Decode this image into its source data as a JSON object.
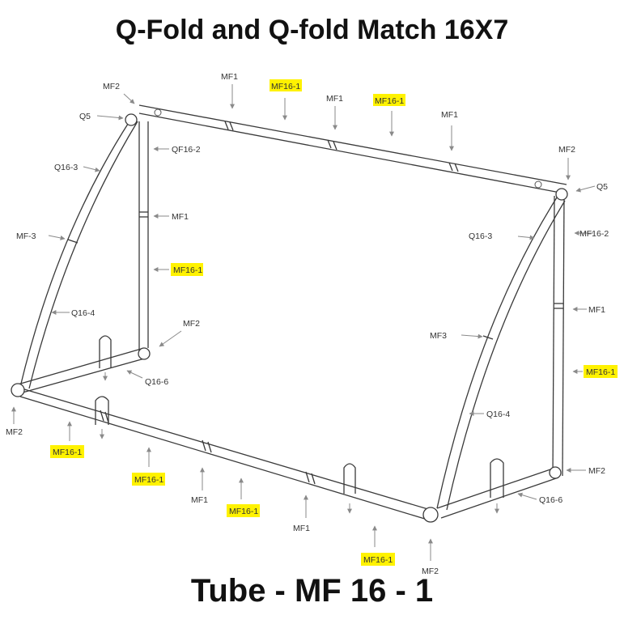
{
  "title": "Q-Fold and Q-fold Match 16X7",
  "subtitle": "Tube - MF 16 - 1",
  "highlight_color": "#fff200",
  "labels": {
    "l01": "MF1",
    "l02": "MF16-1",
    "l03": "MF1",
    "l04": "MF16-1",
    "l05": "MF1",
    "l06": "MF2",
    "l07": "Q5",
    "l08": "QF16-2",
    "l09": "Q16-3",
    "l10": "MF1",
    "l11": "MF-3",
    "l12": "MF16-1",
    "l13": "Q16-4",
    "l14": "MF2",
    "l15": "Q16-6",
    "l16": "MF2",
    "l17": "MF16-1",
    "l18": "MF16-1",
    "l19": "MF1",
    "l20": "MF16-1",
    "l21": "MF1",
    "l22": "MF16-1",
    "l23": "MF2",
    "l24": "MF2",
    "l25": "Q5",
    "l26": "Q16-3",
    "l27": "MF16-2",
    "l28": "MF1",
    "l29": "MF3",
    "l30": "MF16-1",
    "l31": "Q16-4",
    "l32": "MF2",
    "l33": "Q16-6"
  }
}
